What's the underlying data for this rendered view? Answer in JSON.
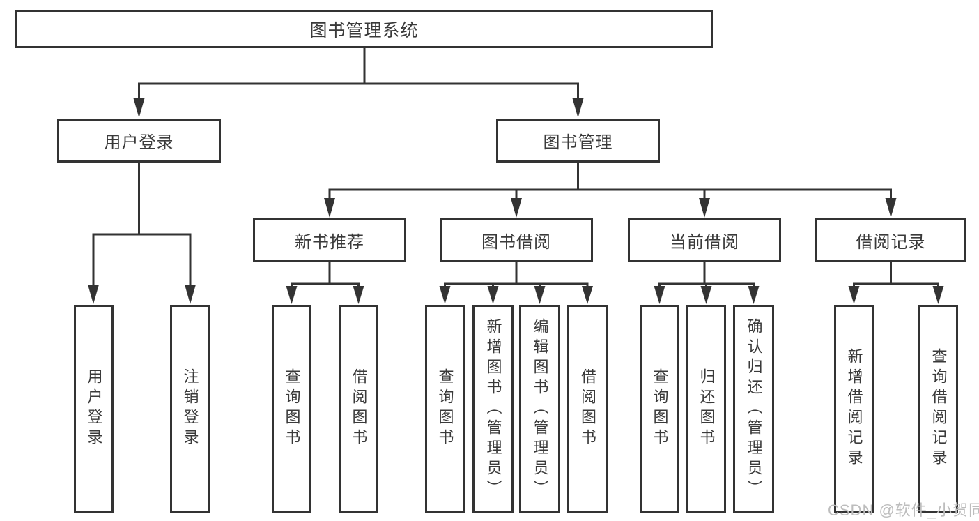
{
  "diagram": {
    "root": {
      "label": "图书管理系统"
    },
    "level2": [
      {
        "label": "用户登录"
      },
      {
        "label": "图书管理"
      }
    ],
    "level3": [
      {
        "label": "新书推荐"
      },
      {
        "label": "图书借阅"
      },
      {
        "label": "当前借阅"
      },
      {
        "label": "借阅记录"
      }
    ],
    "leaves": {
      "user_login": [
        "用户登录",
        "注销登录"
      ],
      "new_book": [
        "查询图书",
        "借阅图书"
      ],
      "book_borrow": [
        "查询图书",
        "新增图书（管理员）",
        "编辑图书（管理员）",
        "借阅图书"
      ],
      "current_borrow": [
        "查询图书",
        "归还图书",
        "确认归还（管理员）"
      ],
      "borrow_records": [
        "新增借阅记录",
        "查询借阅记录"
      ]
    }
  },
  "watermark": "CSDN @软件_小贺同学",
  "colors": {
    "line": "#333333",
    "text": "#3a3a3a",
    "box_fill": "#ffffff",
    "watermark": "#bdbdbd",
    "background": "#ffffff"
  }
}
